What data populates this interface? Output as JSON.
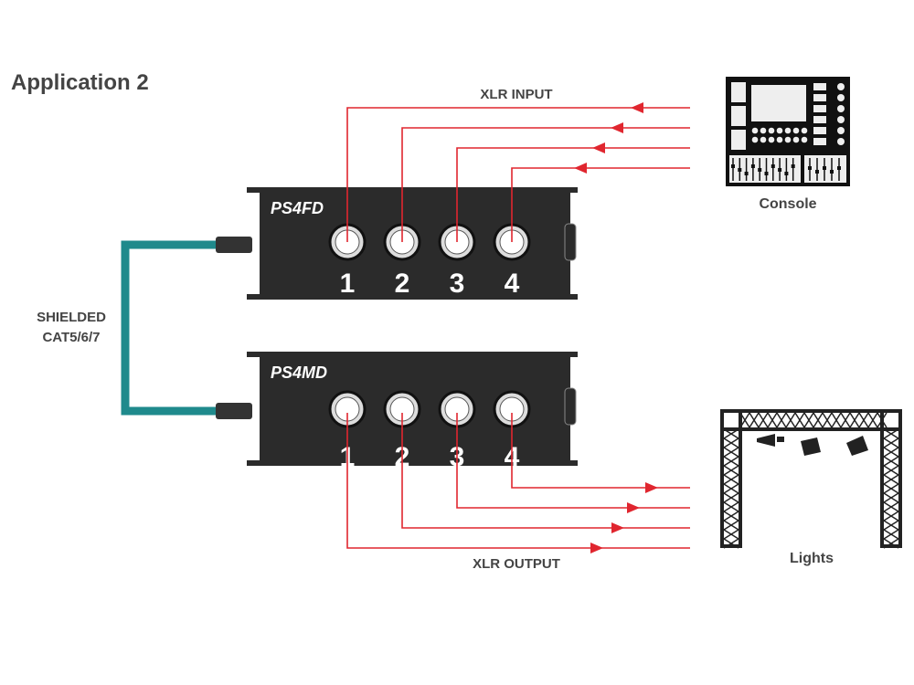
{
  "title": "Application 2",
  "xlr_input_label": "XLR INPUT",
  "xlr_output_label": "XLR OUTPUT",
  "cable_label": [
    "SHIELDED",
    "CAT5/6/7"
  ],
  "top_box": {
    "model": "PS4FD",
    "ports": [
      "1",
      "2",
      "3",
      "4"
    ]
  },
  "bottom_box": {
    "model": "PS4MD",
    "ports": [
      "1",
      "2",
      "3",
      "4"
    ]
  },
  "console_label": "Console",
  "lights_label": "Lights",
  "colors": {
    "signal": "#e0262f",
    "cable": "#1f8a8c",
    "box": "#2b2b2b",
    "text": "#444444"
  }
}
